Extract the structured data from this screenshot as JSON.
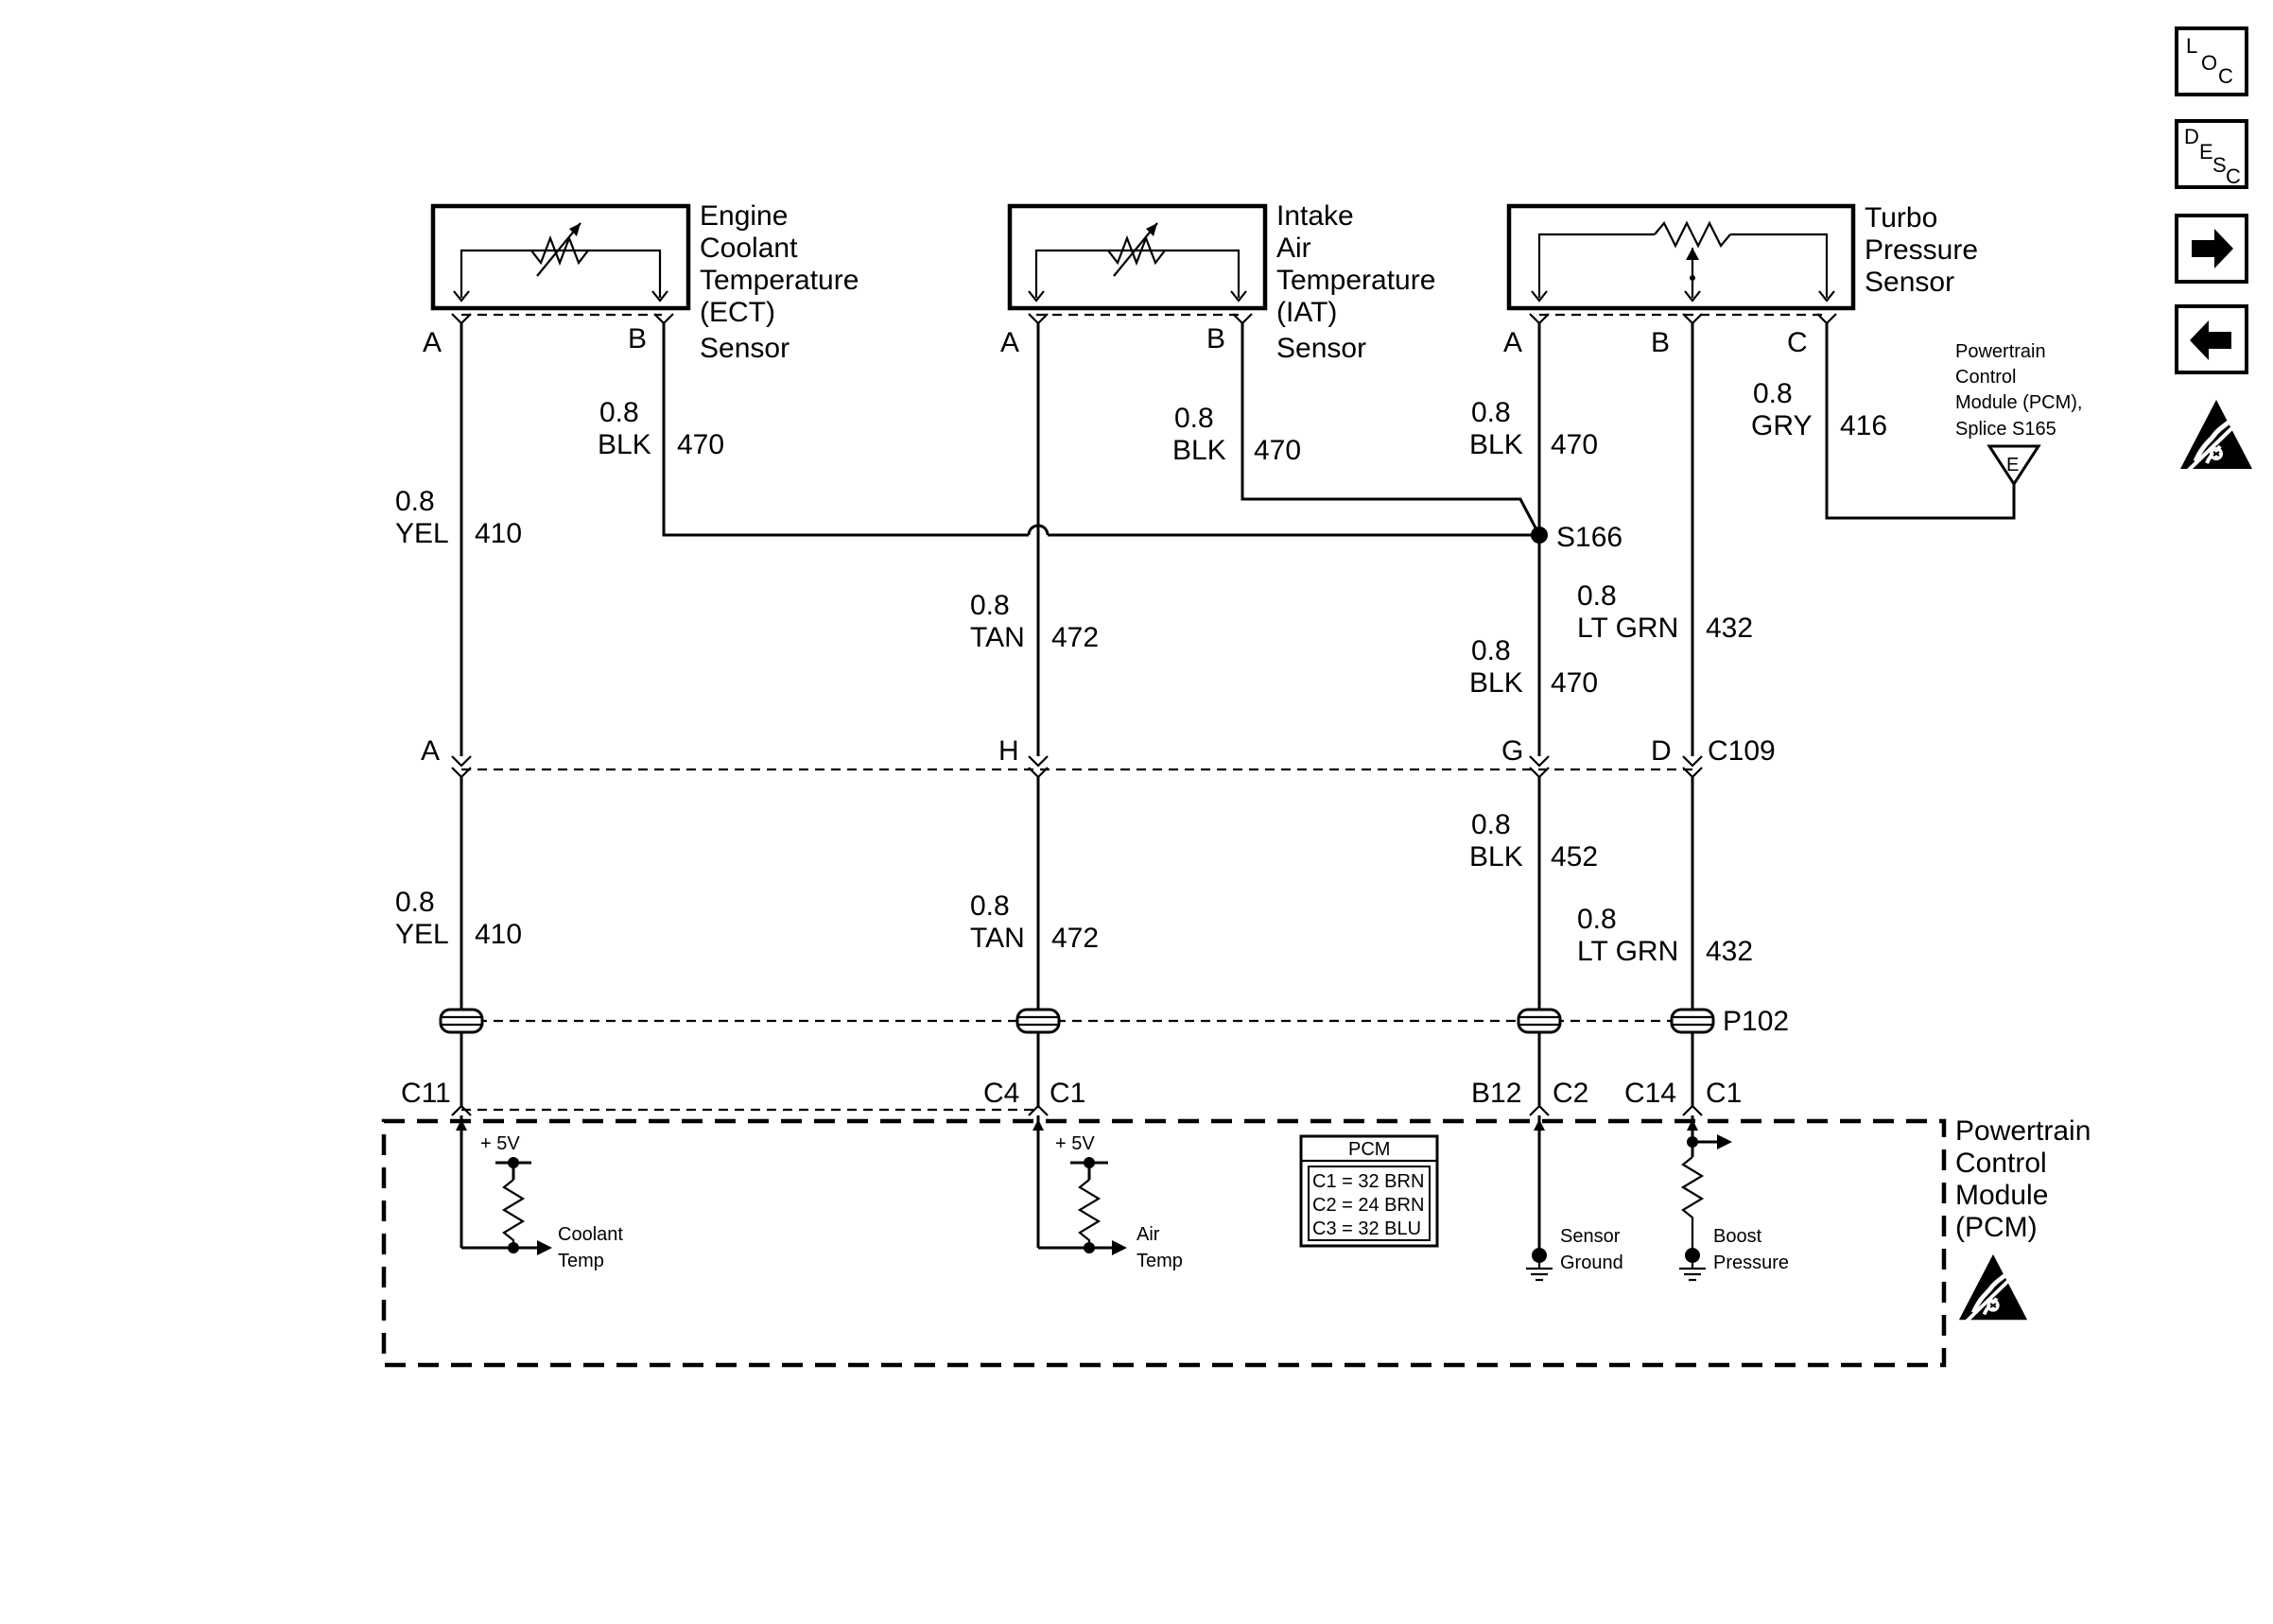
{
  "nav": {
    "loc": {
      "a": "L",
      "b": "O",
      "c": "C"
    },
    "desc": {
      "a": "D",
      "b": "E",
      "c": "S",
      "d": "C"
    }
  },
  "components": {
    "ect": [
      "Engine",
      "Coolant",
      "Temperature",
      "(ECT)",
      "Sensor"
    ],
    "iat": [
      "Intake",
      "Air",
      "Temperature",
      "(IAT)",
      "Sensor"
    ],
    "turbo": [
      "Turbo",
      "Pressure",
      "Sensor"
    ],
    "pcm": [
      "Powertrain",
      "Control",
      "Module",
      "(PCM)"
    ],
    "pcm_splice": [
      "Powertrain",
      "Control",
      "Module (PCM),",
      "Splice  S165"
    ]
  },
  "pins": {
    "ect_a": "A",
    "ect_b": "B",
    "iat_a": "A",
    "iat_b": "B",
    "turbo_a": "A",
    "turbo_b": "B",
    "turbo_c": "C",
    "c109_a": "A",
    "c109_h": "H",
    "c109_g": "G",
    "c109_d": "D",
    "pcm_c11": "C11",
    "pcm_c4": "C4",
    "pcm_c1a": "C1",
    "pcm_b12": "B12",
    "pcm_c2": "C2",
    "pcm_c14": "C14",
    "pcm_c1b": "C1",
    "splice_e": "E"
  },
  "connectors": {
    "c109": "C109",
    "p102": "P102",
    "s166": "S166"
  },
  "wires": {
    "ect_a_upper": {
      "gauge": "0.8",
      "color": "YEL",
      "circuit": "410"
    },
    "ect_b": {
      "gauge": "0.8",
      "color": "BLK",
      "circuit": "470"
    },
    "iat_b": {
      "gauge": "0.8",
      "color": "BLK",
      "circuit": "470"
    },
    "turbo_a": {
      "gauge": "0.8",
      "color": "BLK",
      "circuit": "470"
    },
    "turbo_c": {
      "gauge": "0.8",
      "color": "GRY",
      "circuit": "416"
    },
    "iat_a_upper": {
      "gauge": "0.8",
      "color": "TAN",
      "circuit": "472"
    },
    "turbo_b_upper": {
      "gauge": "0.8",
      "color": "LT GRN",
      "circuit": "432"
    },
    "splice_down": {
      "gauge": "0.8",
      "color": "BLK",
      "circuit": "470"
    },
    "c109_g_down": {
      "gauge": "0.8",
      "color": "BLK",
      "circuit": "452"
    },
    "ect_a_lower": {
      "gauge": "0.8",
      "color": "YEL",
      "circuit": "410"
    },
    "iat_a_lower": {
      "gauge": "0.8",
      "color": "TAN",
      "circuit": "472"
    },
    "turbo_b_lower": {
      "gauge": "0.8",
      "color": "LT GRN",
      "circuit": "432"
    }
  },
  "pcm_internal": {
    "v5a": "+ 5V",
    "v5b": "+ 5V",
    "coolant": [
      "Coolant",
      "Temp"
    ],
    "air": [
      "Air",
      "Temp"
    ],
    "sensor_ground": [
      "Sensor",
      "Ground"
    ],
    "boost": [
      "Boost",
      "Pressure"
    ]
  },
  "pcm_table": {
    "header": "PCM",
    "rows": [
      "C1 = 32 BRN",
      "C2 = 24 BRN",
      "C3 = 32 BLU"
    ]
  }
}
